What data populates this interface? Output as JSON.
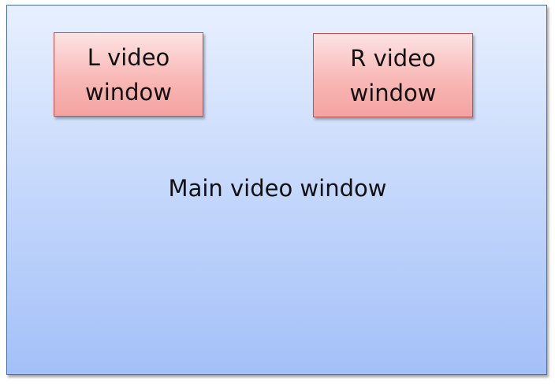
{
  "main_window": {
    "label": "Main video window"
  },
  "left_window": {
    "label": "L video\nwindow"
  },
  "right_window": {
    "label": "R video\nwindow"
  },
  "colors": {
    "main_fill_top": "#e8f0fe",
    "main_fill_bottom": "#a3c0f8",
    "main_border": "#4a6fa8",
    "sub_fill_top": "#fde3e3",
    "sub_fill_bottom": "#f4a3a1",
    "sub_border": "#c0504d"
  }
}
